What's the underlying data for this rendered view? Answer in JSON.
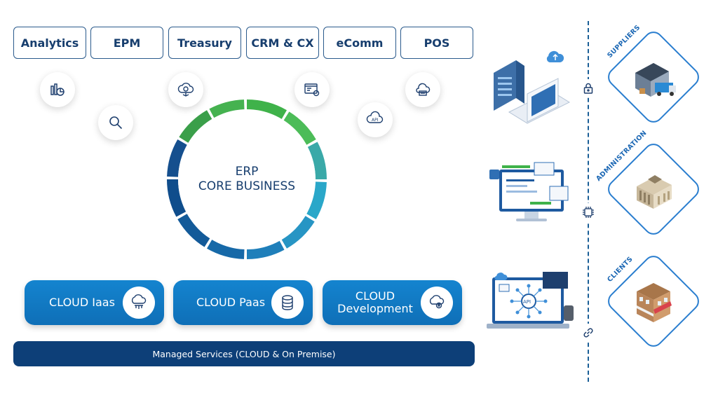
{
  "modules": [
    {
      "id": "analytics",
      "label": "Analytics"
    },
    {
      "id": "epm",
      "label": "EPM"
    },
    {
      "id": "treasury",
      "label": "Treasury"
    },
    {
      "id": "crm",
      "label": "CRM & CX"
    },
    {
      "id": "ecomm",
      "label": "eComm"
    },
    {
      "id": "pos",
      "label": "POS"
    }
  ],
  "core": {
    "line1": "ERP",
    "line2": "CORE BUSINESS"
  },
  "cloud_services": [
    {
      "line1": "CLOUD Iaas",
      "line2": "",
      "icon": "cloud-server-icon"
    },
    {
      "line1": "CLOUD Paas",
      "line2": "",
      "icon": "database-icon"
    },
    {
      "line1": "CLOUD",
      "line2": "Development",
      "icon": "cloud-gear-icon"
    }
  ],
  "managed_services": "Managed Services (CLOUD & On Premise)",
  "stakeholders": [
    {
      "label": "SUPPLIERS"
    },
    {
      "label": "ADMINISTRATION"
    },
    {
      "label": "CLIENTS"
    }
  ],
  "colors": {
    "navy": "#0d3f78",
    "blue": "#1484cf",
    "outline": "#2a7ecf",
    "green": "#3fb24a",
    "teal": "#2aa7c9"
  }
}
